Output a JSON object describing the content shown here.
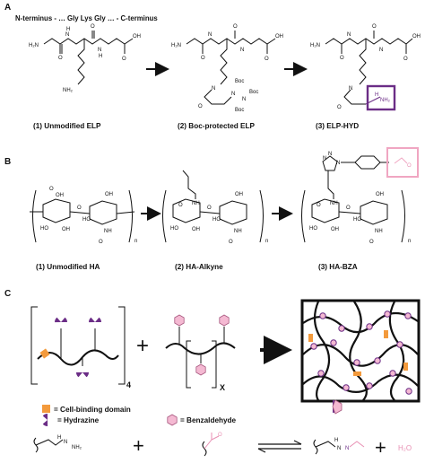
{
  "panel_a": {
    "letter": "A",
    "sequence": "N-terminus - … Gly Lys Gly … - C-terminus",
    "captions": [
      "(1) Unmodified ELP",
      "(2) Boc-protected ELP",
      "(3) ELP-HYD"
    ],
    "atoms": {
      "h2n": "H₂N",
      "nh": "N",
      "h": "H",
      "o": "O",
      "oh": "OH",
      "nh2": "NH₂",
      "boc": "Boc",
      "n": "N"
    },
    "highlight_color": "#6b2d86"
  },
  "panel_b": {
    "letter": "B",
    "captions": [
      "(1) Unmodified HA",
      "(2) HA-Alkyne",
      "(3) HA-BZA"
    ],
    "repeat_n": "n",
    "atoms": {
      "o": "O",
      "ho": "HO",
      "oh": "OH",
      "nh": "NH",
      "n": "N"
    },
    "highlight_color": "#f0a6c2"
  },
  "panel_c": {
    "letter": "C",
    "repeat_4": "4",
    "repeat_x": "X",
    "legend": {
      "cell_binding": "= Cell-binding domain",
      "hydrazine": "= Hydrazine",
      "benzaldehyde": "= Benzaldehyde"
    },
    "equation": {
      "nh2": "NH₂",
      "h": "H",
      "o": "O",
      "n": "N",
      "water": "H₂O"
    },
    "colors": {
      "orange": "#f39a3c",
      "purple": "#6b2d86",
      "purple_light": "#8e5aa8",
      "pink": "#f4b9d2",
      "pink_stroke": "#a8587f"
    }
  }
}
